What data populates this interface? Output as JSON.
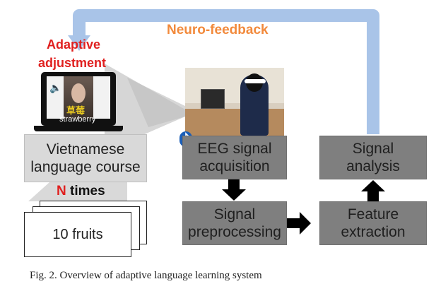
{
  "labels": {
    "neurofeedback": "Neuro-feedback",
    "adaptive_line1": "Adaptive",
    "adaptive_line2": "adjustment",
    "chinese_word": "草莓",
    "english_word": "strawberry",
    "course_line1": "Vietnamese",
    "course_line2": "language course",
    "n_letter": "N",
    "times_word": " times",
    "fruits": "10 fruits",
    "eeg_line1": "EEG signal",
    "eeg_line2": "acquisition",
    "pre_line1": "Signal",
    "pre_line2": "preprocessing",
    "feat_line1": "Feature",
    "feat_line2": "extraction",
    "ana_line1": "Signal",
    "ana_line2": "analysis"
  },
  "caption": "Fig. 2.   Overview of adaptive language learning system",
  "icons": {
    "speaker": "speaker-icon",
    "bluetooth": "bluetooth-icon"
  },
  "colors": {
    "feedback_arrow": "#a9c4e8",
    "feedback_text": "#f28a3c",
    "adaptive_text": "#e0201f",
    "n_times_red": "#e0201f",
    "light_box": "#d9d9d9",
    "dark_box": "#7f7f7f",
    "chinese_word": "#e8c820",
    "bluetooth_blue": "#1c5fb8"
  }
}
